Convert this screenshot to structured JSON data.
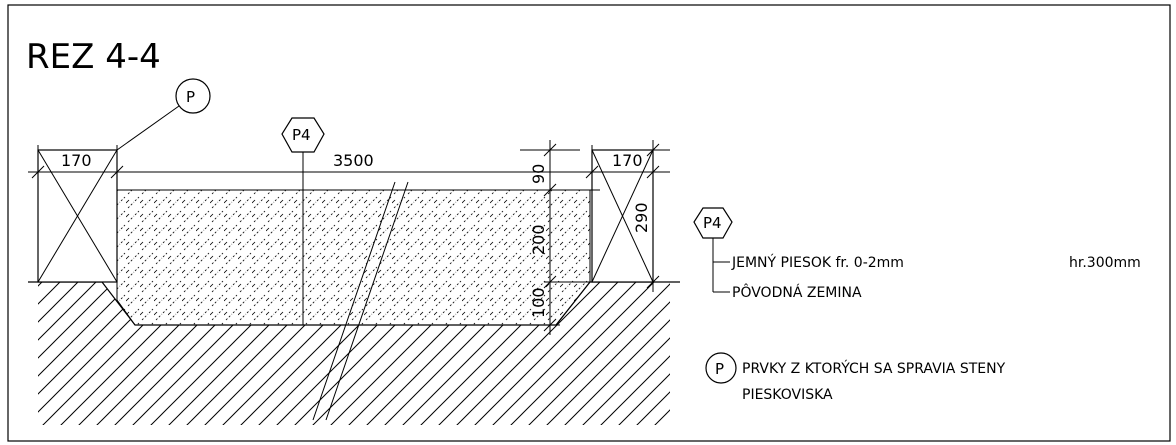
{
  "title": "REZ 4-4",
  "dimensions": {
    "left_post_width": "170",
    "right_post_width": "170",
    "inner_width": "3500",
    "top_gap": "90",
    "sand_depth": "200",
    "bottom_depth": "100",
    "post_height": "290"
  },
  "tags": {
    "p_main": "P",
    "p4_main": "P4",
    "p4_legend": "P4",
    "p_legend": "P"
  },
  "legend": {
    "p4_line1": "JEMNÝ PIESOK fr. 0-2mm",
    "p4_line1_right": "hr.300mm",
    "p4_line2": "PÔVODNÁ ZEMINA",
    "p_line1": "PRVKY Z KTORÝCH SA SPRAVIA STENY",
    "p_line2": "PIESKOVISKA"
  }
}
